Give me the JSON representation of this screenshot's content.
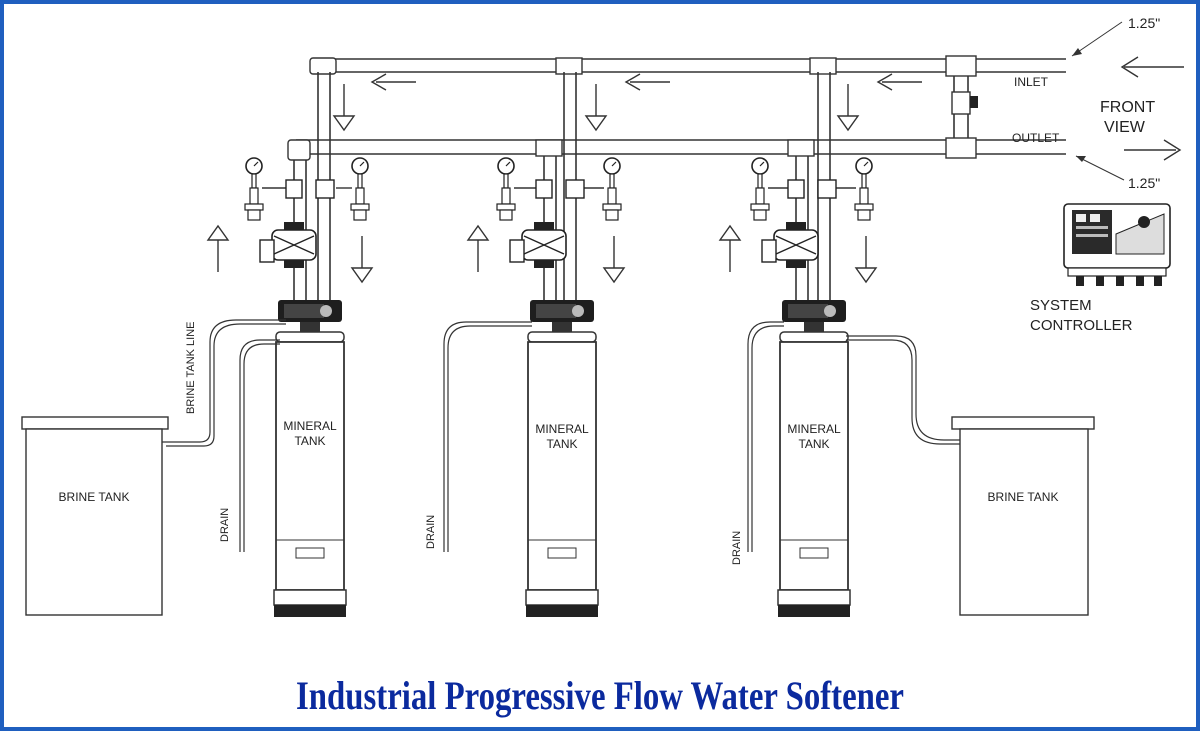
{
  "diagram": {
    "labels": {
      "size_top": "1.25\"",
      "size_bottom": "1.25\"",
      "inlet": "INLET",
      "outlet": "OUTLET",
      "front": "FRONT",
      "view": "VIEW",
      "system": "SYSTEM",
      "controller": "CONTROLLER",
      "brine_tank_line": "BRINE TANK LINE",
      "brine_tank_left": "BRINE TANK",
      "brine_tank_right": "BRINE TANK",
      "mineral_1": "MINERAL",
      "tank_1": "TANK",
      "mineral_2": "MINERAL",
      "tank_2": "TANK",
      "mineral_3": "MINERAL",
      "tank_3": "TANK",
      "drain_1": "DRAIN",
      "drain_2": "DRAIN",
      "drain_3": "DRAIN"
    },
    "title": "Industrial Progressive Flow Water Softener",
    "colors": {
      "frame": "#1f5fbf",
      "title": "#0b2a9e",
      "line": "#333333"
    }
  }
}
